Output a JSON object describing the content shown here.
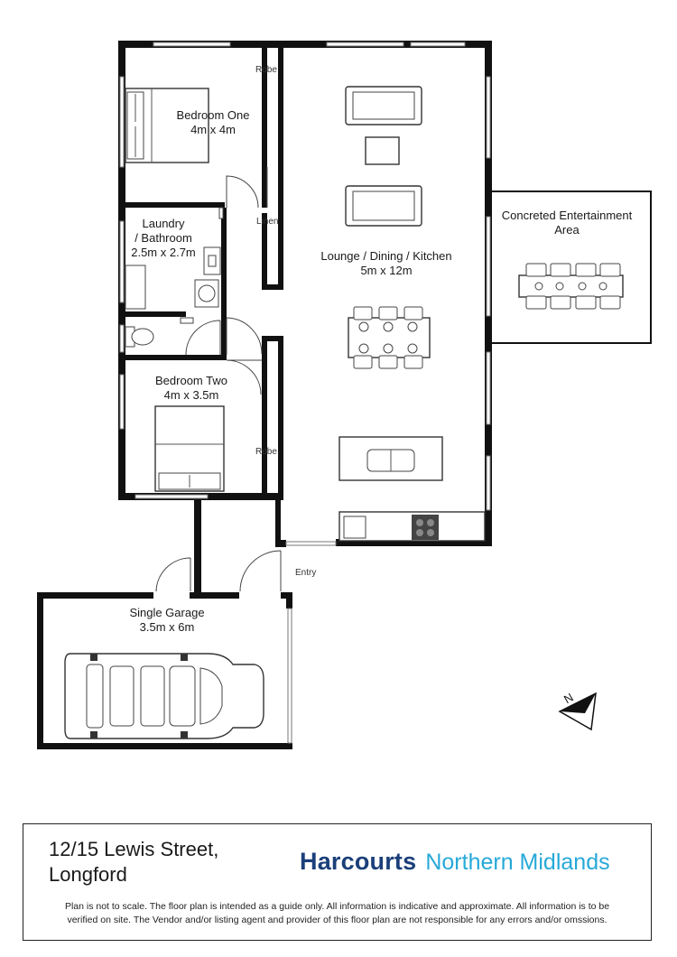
{
  "rooms": {
    "bedroom_one": {
      "name": "Bedroom One",
      "size": "4m x 4m"
    },
    "laundry": {
      "name_line1": "Laundry",
      "name_line2": "/ Bathroom",
      "size": "2.5m x 2.7m"
    },
    "bedroom_two": {
      "name": "Bedroom Two",
      "size": "4m x 3.5m"
    },
    "living": {
      "name": "Lounge / Dining / Kitchen",
      "size": "5m x 12m"
    },
    "entertainment": {
      "name_line1": "Concreted Entertainment",
      "name_line2": "Area"
    },
    "garage": {
      "name": "Single Garage",
      "size": "3.5m x 6m"
    }
  },
  "labels": {
    "robe_top": "Robe",
    "linen": "Linen",
    "robe_bottom": "Robe",
    "entry": "Entry",
    "compass": "N"
  },
  "footer": {
    "address_line1": "12/15 Lewis Street,",
    "address_line2": "Longford",
    "brand_name": "Harcourts",
    "brand_region": "Northern Midlands",
    "disclaimer_line1": "Plan is not to scale. The floor plan is intended as a guide only. All information is indicative and approximate. All information is to be",
    "disclaimer_line2": "verified on site. The Vendor and/or listing agent and provider of this floor plan are not responsible for any errors and/or omssions."
  },
  "colors": {
    "brand_name": "#1b3f7a",
    "brand_region": "#27a9d8",
    "walls": "#111111"
  }
}
